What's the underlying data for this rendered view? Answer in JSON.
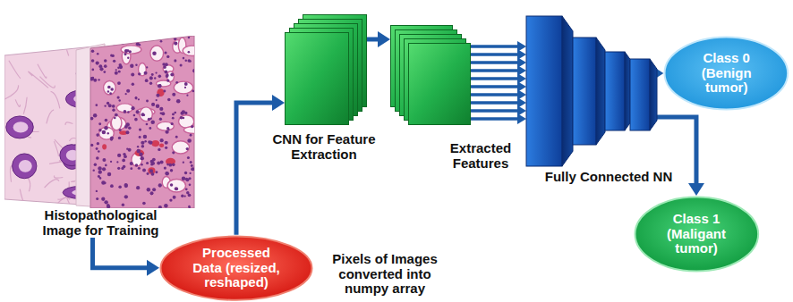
{
  "diagram": {
    "nodes": [
      {
        "text": [
          "Histopathological Image for Training"
        ]
      },
      {
        "text": [
          "Processed Data (resized, reshaped)"
        ]
      },
      {
        "text": [
          "CNN for Feature Extraction"
        ]
      },
      {
        "text": [
          "Extracted Features"
        ]
      },
      {
        "text": [
          "Fully Connected NN"
        ]
      },
      {
        "text": [
          "Class 0 (Benign tumor)"
        ]
      },
      {
        "text": [
          "Class 1 (Maligant tumor)"
        ]
      }
    ],
    "edges": [
      {
        "from": 0,
        "to": 1,
        "arrow": "to"
      },
      {
        "from": 1,
        "to": 2,
        "arrow": "to"
      },
      {
        "from": 2,
        "to": 3,
        "arrow": "to"
      },
      {
        "from": 3,
        "to": 4,
        "arrow": "to"
      },
      {
        "from": 3,
        "to": 4,
        "arrow": "to"
      },
      {
        "from": 3,
        "to": 4,
        "arrow": "to"
      },
      {
        "from": 3,
        "to": 4,
        "arrow": "to"
      },
      {
        "from": 3,
        "to": 4,
        "arrow": "to"
      },
      {
        "from": 3,
        "to": 4,
        "arrow": "to"
      },
      {
        "from": 3,
        "to": 4,
        "arrow": "to"
      },
      {
        "from": 3,
        "to": 4,
        "arrow": "to"
      },
      {
        "from": 3,
        "to": 4,
        "arrow": "to"
      },
      {
        "from": 3,
        "to": 4,
        "arrow": "to"
      },
      {
        "from": 4,
        "to": 5,
        "arrow": "to"
      },
      {
        "from": 4,
        "to": 6,
        "arrow": "to"
      }
    ],
    "labels": [
      "Pixels of Images converted into numpy array"
    ]
  }
}
